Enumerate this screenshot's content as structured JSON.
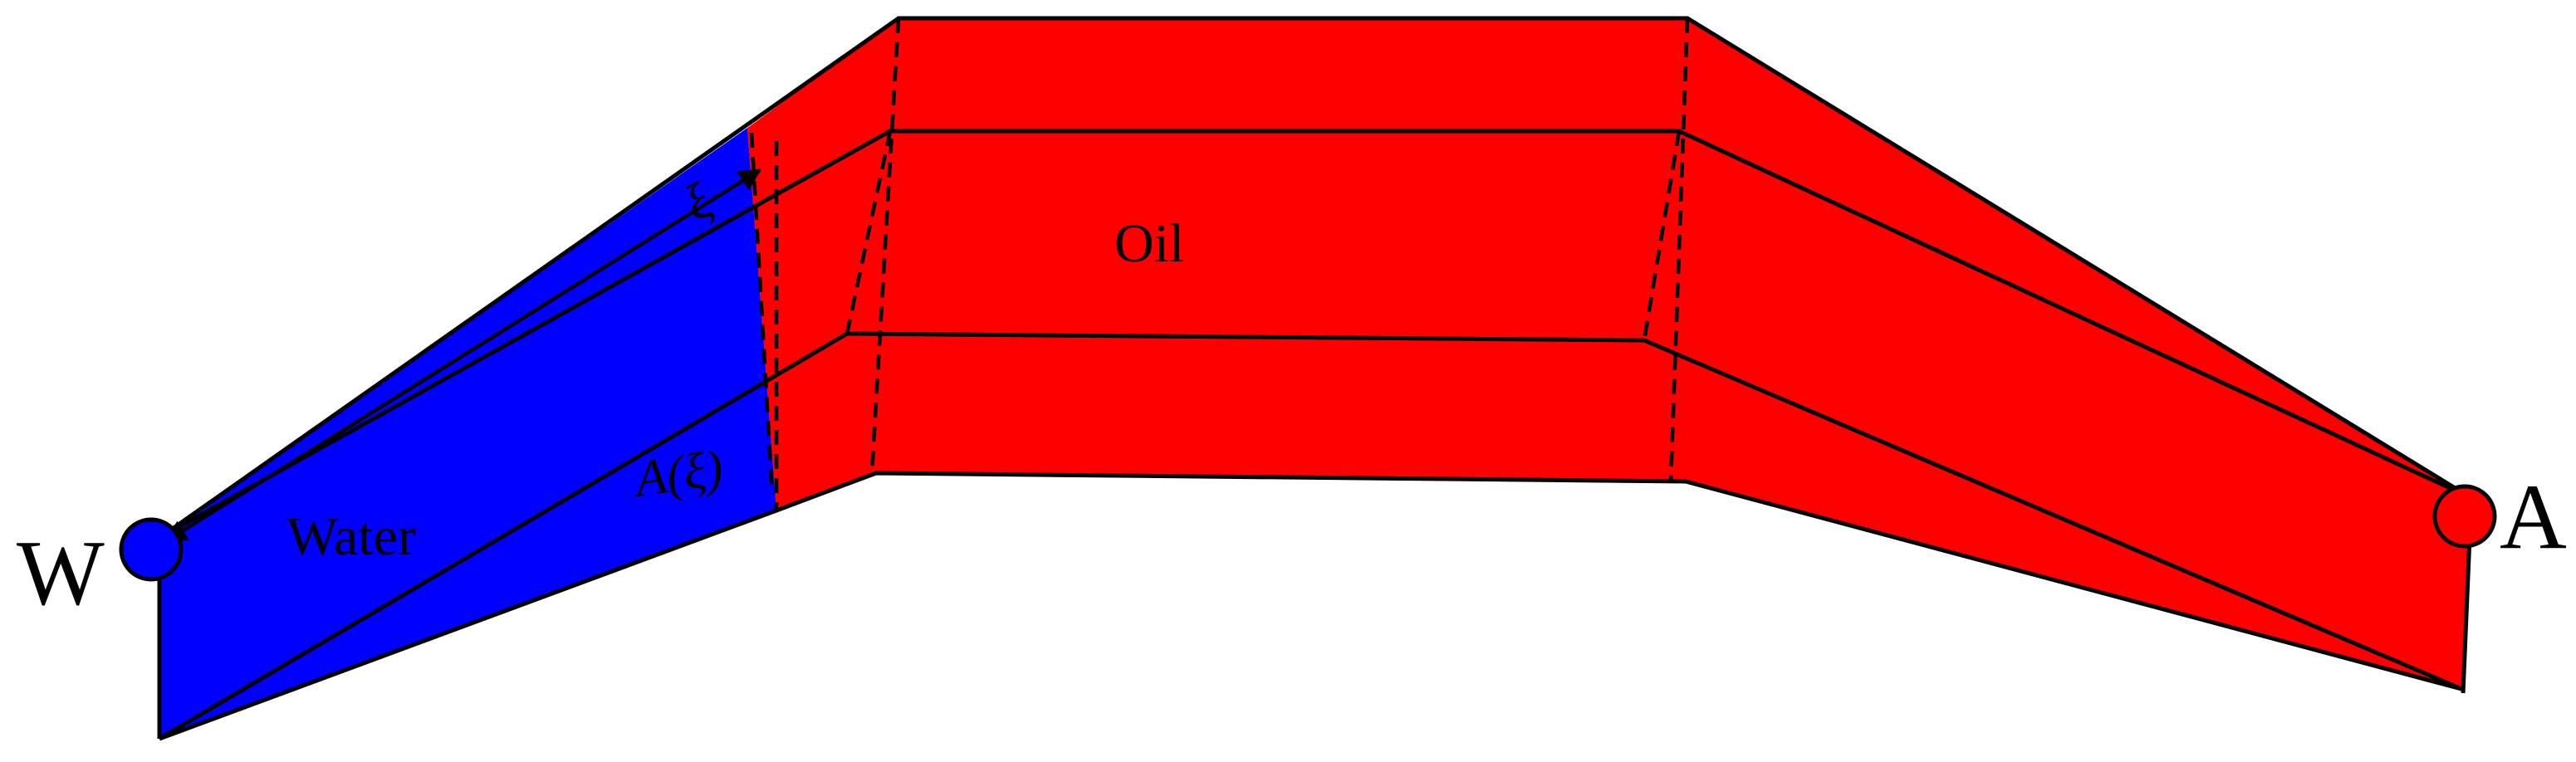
{
  "labels": {
    "water_well": "W",
    "water": "Water",
    "oil": "Oil",
    "xi": "ξ",
    "area": "A(ξ)",
    "producer_well": "A"
  },
  "colors": {
    "water": "#0000ff",
    "oil": "#ff0000",
    "outline": "#000000",
    "background": "#ffffff"
  }
}
